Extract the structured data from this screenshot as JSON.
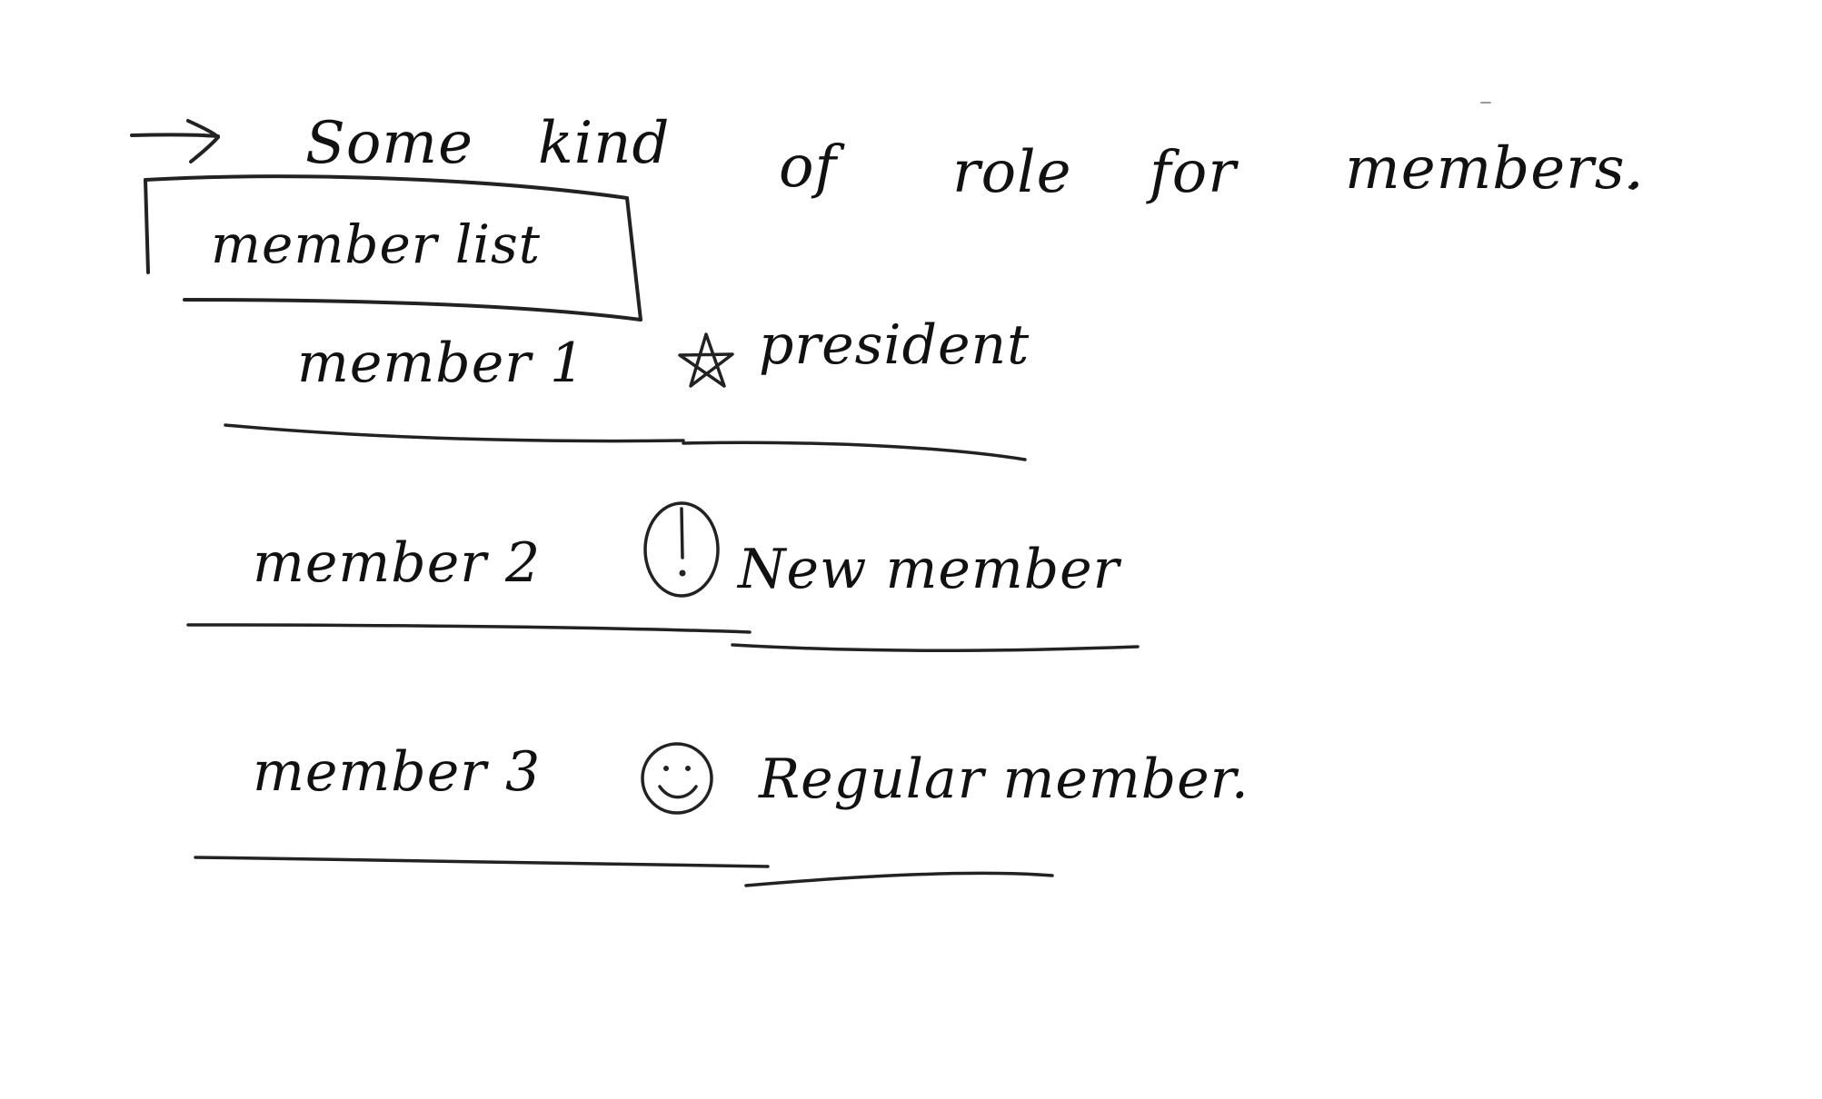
{
  "heading": {
    "words": [
      "Some",
      "kind",
      "of",
      "role",
      "for",
      "members."
    ]
  },
  "member_list": {
    "label": "member list"
  },
  "members": [
    {
      "name": "member 1",
      "role": "president",
      "icon": "star-icon"
    },
    {
      "name": "member 2",
      "role": "New member",
      "icon": "exclamation-circle-icon"
    },
    {
      "name": "member 3",
      "role": "Regular member.",
      "icon": "smiley-face-icon"
    }
  ]
}
